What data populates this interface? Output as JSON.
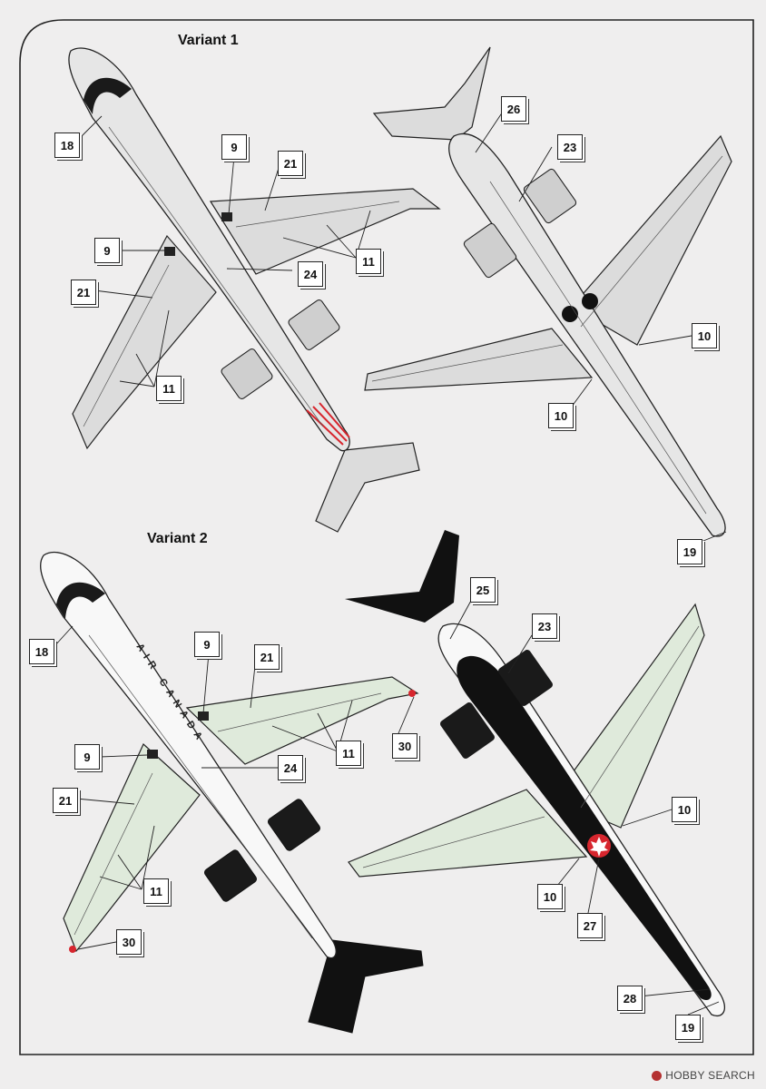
{
  "variants": [
    {
      "title": "Variant 1"
    },
    {
      "title": "Variant 2"
    }
  ],
  "callouts": [
    {
      "id": "v1-top-18",
      "label": "18"
    },
    {
      "id": "v1-top-9a",
      "label": "9"
    },
    {
      "id": "v1-top-21a",
      "label": "21"
    },
    {
      "id": "v1-top-9b",
      "label": "9"
    },
    {
      "id": "v1-top-24",
      "label": "24"
    },
    {
      "id": "v1-top-11a",
      "label": "11"
    },
    {
      "id": "v1-top-21b",
      "label": "21"
    },
    {
      "id": "v1-top-11b",
      "label": "11"
    },
    {
      "id": "v1-bot-26",
      "label": "26"
    },
    {
      "id": "v1-bot-23",
      "label": "23"
    },
    {
      "id": "v1-bot-10a",
      "label": "10"
    },
    {
      "id": "v1-bot-10b",
      "label": "10"
    },
    {
      "id": "v1-bot-19",
      "label": "19"
    },
    {
      "id": "v2-top-18",
      "label": "18"
    },
    {
      "id": "v2-top-9a",
      "label": "9"
    },
    {
      "id": "v2-top-21a",
      "label": "21"
    },
    {
      "id": "v2-top-30a",
      "label": "30"
    },
    {
      "id": "v2-top-9b",
      "label": "9"
    },
    {
      "id": "v2-top-24",
      "label": "24"
    },
    {
      "id": "v2-top-11a",
      "label": "11"
    },
    {
      "id": "v2-top-21b",
      "label": "21"
    },
    {
      "id": "v2-top-11b",
      "label": "11"
    },
    {
      "id": "v2-top-30b",
      "label": "30"
    },
    {
      "id": "v2-bot-25",
      "label": "25"
    },
    {
      "id": "v2-bot-23",
      "label": "23"
    },
    {
      "id": "v2-bot-10a",
      "label": "10"
    },
    {
      "id": "v2-bot-10b",
      "label": "10"
    },
    {
      "id": "v2-bot-27",
      "label": "27"
    },
    {
      "id": "v2-bot-28",
      "label": "28"
    },
    {
      "id": "v2-bot-19",
      "label": "19"
    }
  ],
  "colors": {
    "background": "#efeeee",
    "fuselage_grey": "#e6e6e6",
    "wing_grey": "#dcdcdc",
    "wing_green": "#dfeadb",
    "belly_black": "#111111",
    "engine_dark": "#1a1a1a",
    "accent_red": "#d7262e",
    "outline": "#222222"
  },
  "fuselage_lettering": "AIR CANADA",
  "watermark": {
    "text": "HOBBY SEARCH",
    "icon": "hobbysearch-logo-icon"
  }
}
